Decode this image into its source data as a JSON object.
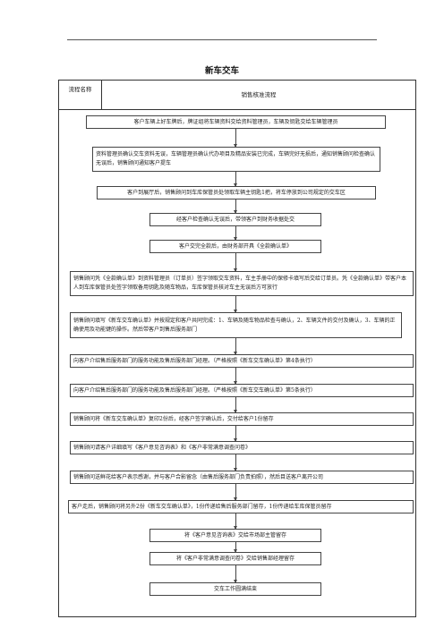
{
  "document": {
    "title": "新车交车",
    "header": {
      "left": "流程名称",
      "right": "销售核准流程"
    },
    "steps": [
      "客户车辆上好车牌后，牌证组将车辆资料交给资料管理员，车辆及钥匙交给车辆管理员",
      "资料管理员确认交车资料无误，车辆管理员确认代办项目及精品安装已完成，车辆完好无损后，通知销售顾问检查确认无误后，销售顾问通知客户提车",
      "客户到展厅后，销售顾问到车库保管员处领取车辆主钥匙1把，将车停放到公司规定的交车区",
      "经客户检查确认无误后，带领客户到财务收据处交",
      "客户交完全款后，由财务部开具《全款确认单》",
      "销售顾问凭《全款确认单》到资料管理员（订单员）签字领取交车资料，车主手册中的保修卡填写后交给订单员。凭《全款确认单》带客户本人到车库保管员处签字领取备用钥匙及随车物品，车库保管员核对车主无误后方可放行",
      "销售顾问填写《新车交车确认单》并按规定和客户共同完成：1、车辆及随车物品检查与确认，2、车辆文件的交付及确认，3、车辆的正确使用及功能键的操作。然后带客户到售后服务部门",
      "向客户介绍售后服务部门的服务功能及售后服务部门经理。（严格按照《新车交车确认单》第4条执行）",
      "向客户介绍售后服务部门的服务功能及售后服务部门经理。（严格按照《新车交车确认单》第5条执行）",
      "销售顾问将《新车交车确认单》复印2份后，经客户签字确认后，交付给客户1份留存",
      "销售顾问请客户详细填写《客户意见咨询表》和《客户非常满意调查问卷》",
      "销售顾问送鲜花给客户表示感谢，并与客户合影留念（由售后服务部门负责拍照），然后目送客户离开公司",
      "客户走后，销售顾问将另外2份《新车交车确认单》，1份传递给售后服务部门留存，1份传递给车库保管员留存",
      "将《客户意见咨询表》交给市场部主管留存",
      "将《客户非常满意调查问卷》交给销售部经理留存",
      "交车工作圆满结束"
    ]
  }
}
